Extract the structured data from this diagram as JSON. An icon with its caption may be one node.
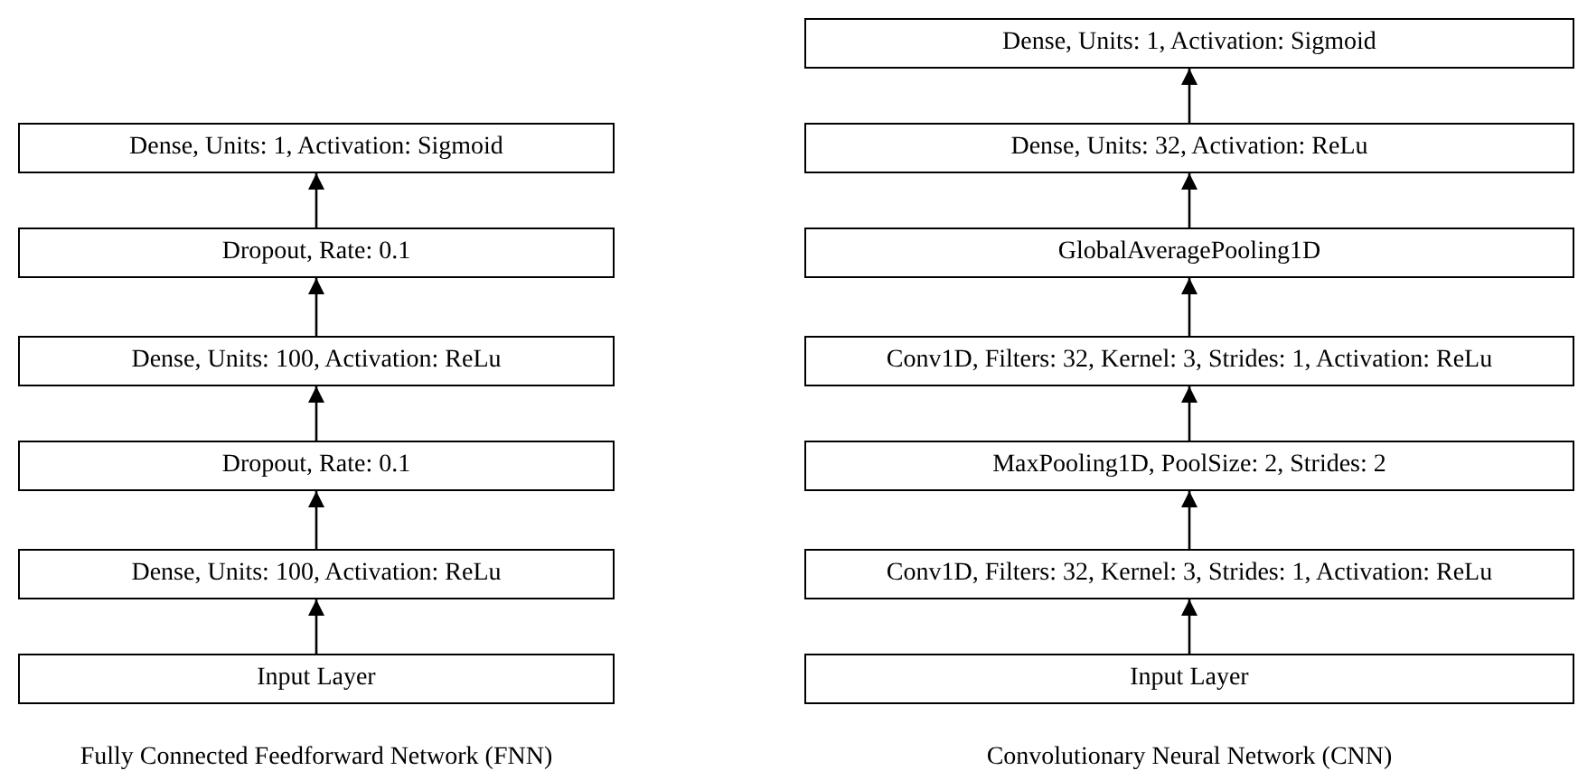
{
  "diagram": {
    "nodes": [
      {
        "text": [
          "Dense, Units: 1, Activation: Sigmoid"
        ]
      },
      {
        "text": [
          "Dropout, Rate: 0.1"
        ]
      },
      {
        "text": [
          "Dense, Units: 100, Activation: ReLu"
        ]
      },
      {
        "text": [
          "Dropout, Rate: 0.1"
        ]
      },
      {
        "text": [
          "Dense, Units: 100, Activation: ReLu"
        ]
      },
      {
        "text": [
          "Input Layer"
        ]
      },
      {
        "text": [
          "Dense, Units: 1, Activation: Sigmoid"
        ]
      },
      {
        "text": [
          "Dense, Units: 32, Activation: ReLu"
        ]
      },
      {
        "text": [
          "GlobalAveragePooling1D"
        ]
      },
      {
        "text": [
          "Conv1D, Filters: 32, Kernel: 3, Strides: 1, Activation: ReLu"
        ]
      },
      {
        "text": [
          "MaxPooling1D, PoolSize: 2, Strides: 2"
        ]
      },
      {
        "text": [
          "Conv1D, Filters: 32, Kernel: 3, Strides: 1, Activation: ReLu"
        ]
      },
      {
        "text": [
          "Input Layer"
        ]
      }
    ],
    "edges": [
      {
        "from": 5,
        "to": 4,
        "arrow": "to"
      },
      {
        "from": 4,
        "to": 3,
        "arrow": "to"
      },
      {
        "from": 3,
        "to": 2,
        "arrow": "to"
      },
      {
        "from": 2,
        "to": 1,
        "arrow": "to"
      },
      {
        "from": 1,
        "to": 0,
        "arrow": "to"
      },
      {
        "from": 12,
        "to": 11,
        "arrow": "to"
      },
      {
        "from": 11,
        "to": 10,
        "arrow": "to"
      },
      {
        "from": 10,
        "to": 9,
        "arrow": "to"
      },
      {
        "from": 9,
        "to": 8,
        "arrow": "to"
      },
      {
        "from": 8,
        "to": 7,
        "arrow": "to"
      },
      {
        "from": 7,
        "to": 6,
        "arrow": "to"
      }
    ],
    "labels": [
      "Fully Connected Feedforward Network (FNN)",
      "Convolutionary Neural Network (CNN)"
    ]
  }
}
